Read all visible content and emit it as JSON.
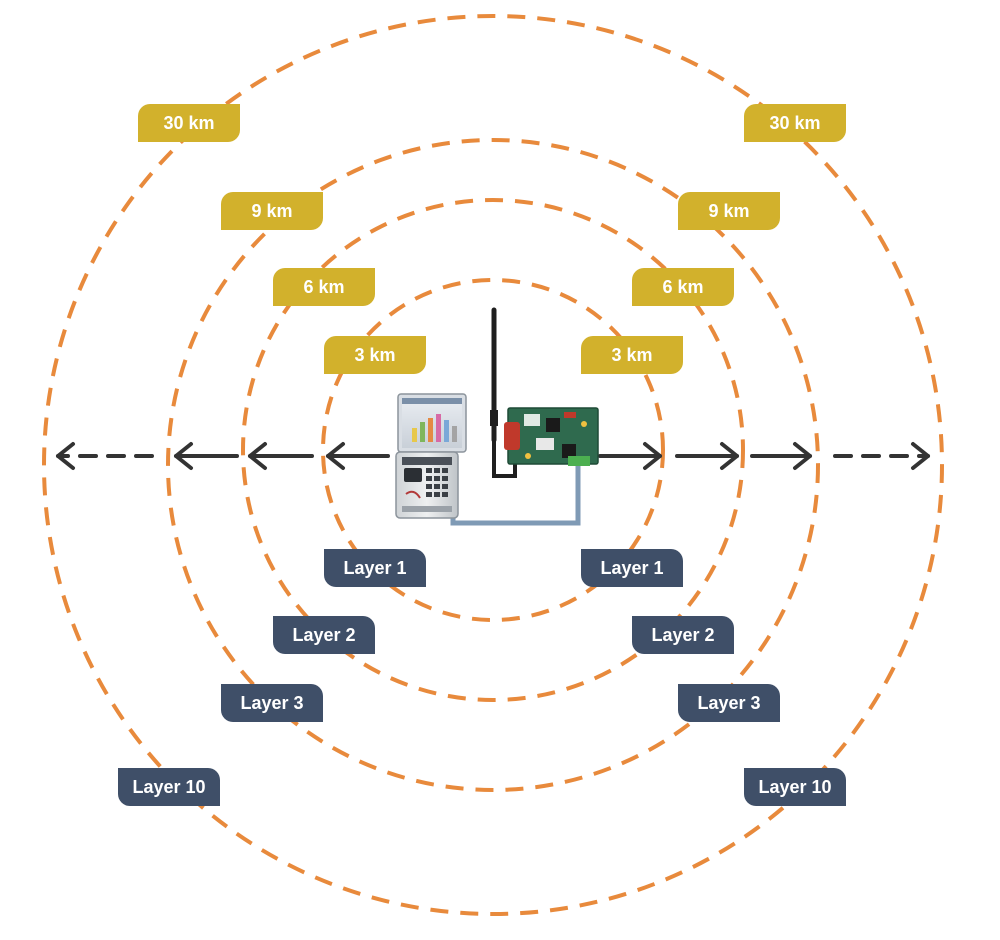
{
  "diagram": {
    "title": "Wireless relay range layers",
    "colors": {
      "ring": "#e88a3c",
      "distance_badge": "#d2b12c",
      "layer_badge": "#3f4f68",
      "arrow": "#333333",
      "cable": "#7f9ab5"
    },
    "rings": [
      {
        "distance": "3 km",
        "layer": "Layer 1"
      },
      {
        "distance": "6 km",
        "layer": "Layer 2"
      },
      {
        "distance": "9 km",
        "layer": "Layer 3"
      },
      {
        "distance": "30 km",
        "layer": "Layer 10"
      }
    ],
    "devices": {
      "controller": "controller-unit-icon",
      "radio": "radio-module-icon"
    }
  }
}
